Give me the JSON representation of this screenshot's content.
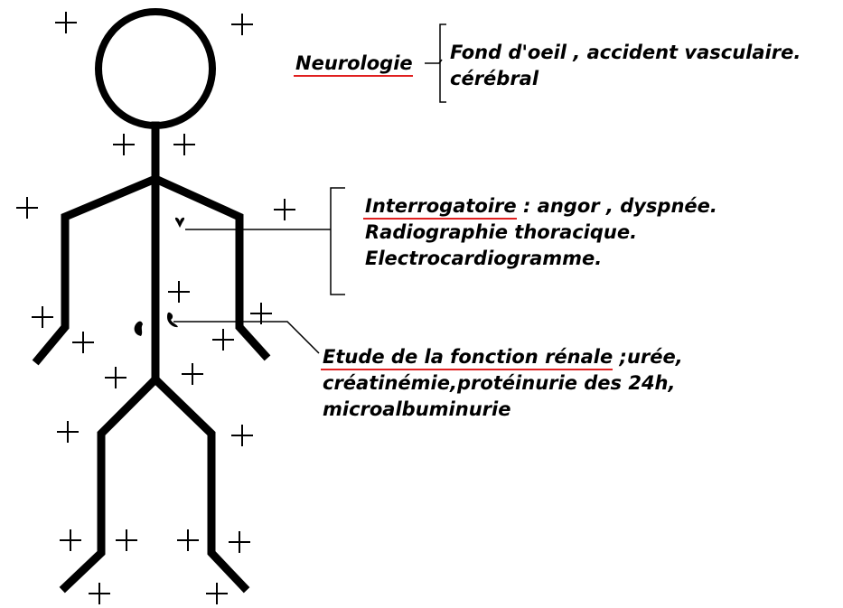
{
  "colors": {
    "figure": "#000000",
    "underline": "#e02020",
    "background": "#ffffff"
  },
  "annotations": {
    "neuro": {
      "heading": "Neurologie",
      "line1": "Fond d'oeil , accident vasculaire.",
      "line2": "cérébral"
    },
    "cardio": {
      "heading": "Interrogatoire",
      "line1_rest": " : angor , dyspnée.",
      "line2": "Radiographie thoracique.",
      "line3": "Electrocardiogramme."
    },
    "renal": {
      "heading": "Etude de la fonction rénale",
      "line1_rest": " ;urée,",
      "line2": "créatinémie,protéinurie des 24h,",
      "line3": "microalbuminurie"
    }
  },
  "icons": {
    "heart": "heart-icon",
    "kidneys": "kidney-icon",
    "marks": "plus-icon"
  }
}
